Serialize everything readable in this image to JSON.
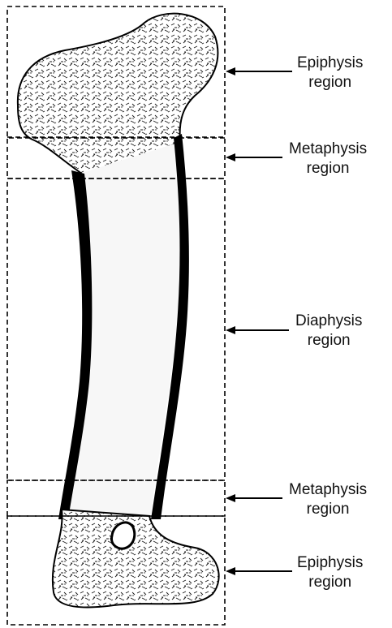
{
  "labels": [
    {
      "line1": "Epiphysis",
      "line2": "region"
    },
    {
      "line1": "Metaphysis",
      "line2": "region"
    },
    {
      "line1": "Diaphysis",
      "line2": "region"
    },
    {
      "line1": "Metaphysis",
      "line2": "region"
    },
    {
      "line1": "Epiphysis",
      "line2": "region"
    }
  ],
  "colors": {
    "bone_fill": "#f2f2f2",
    "bone_texture": "#1a1a1a",
    "cortex": "#000000",
    "box": "#000000"
  }
}
